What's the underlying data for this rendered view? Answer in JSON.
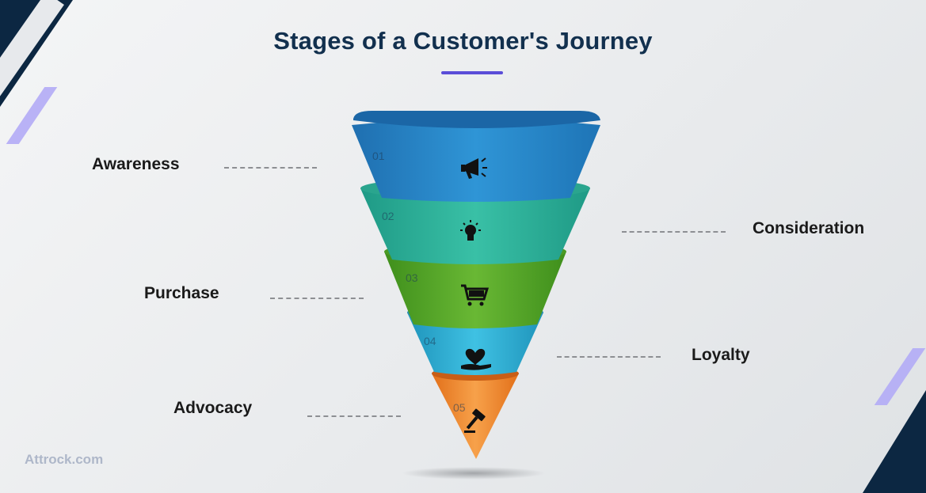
{
  "title": "Stages of a Customer's Journey",
  "brand": "Attrock.com",
  "stages": [
    {
      "number": "01",
      "label": "Awareness",
      "icon": "megaphone-icon",
      "color": "#2f95d6"
    },
    {
      "number": "02",
      "label": "Consideration",
      "icon": "lightbulb-icon",
      "color": "#33b8a0"
    },
    {
      "number": "03",
      "label": "Purchase",
      "icon": "shopping-cart-icon",
      "color": "#62b22f"
    },
    {
      "number": "04",
      "label": "Loyalty",
      "icon": "heart-in-hand-icon",
      "color": "#35b5d8"
    },
    {
      "number": "05",
      "label": "Advocacy",
      "icon": "gavel-icon",
      "color": "#f08a2e"
    }
  ]
}
